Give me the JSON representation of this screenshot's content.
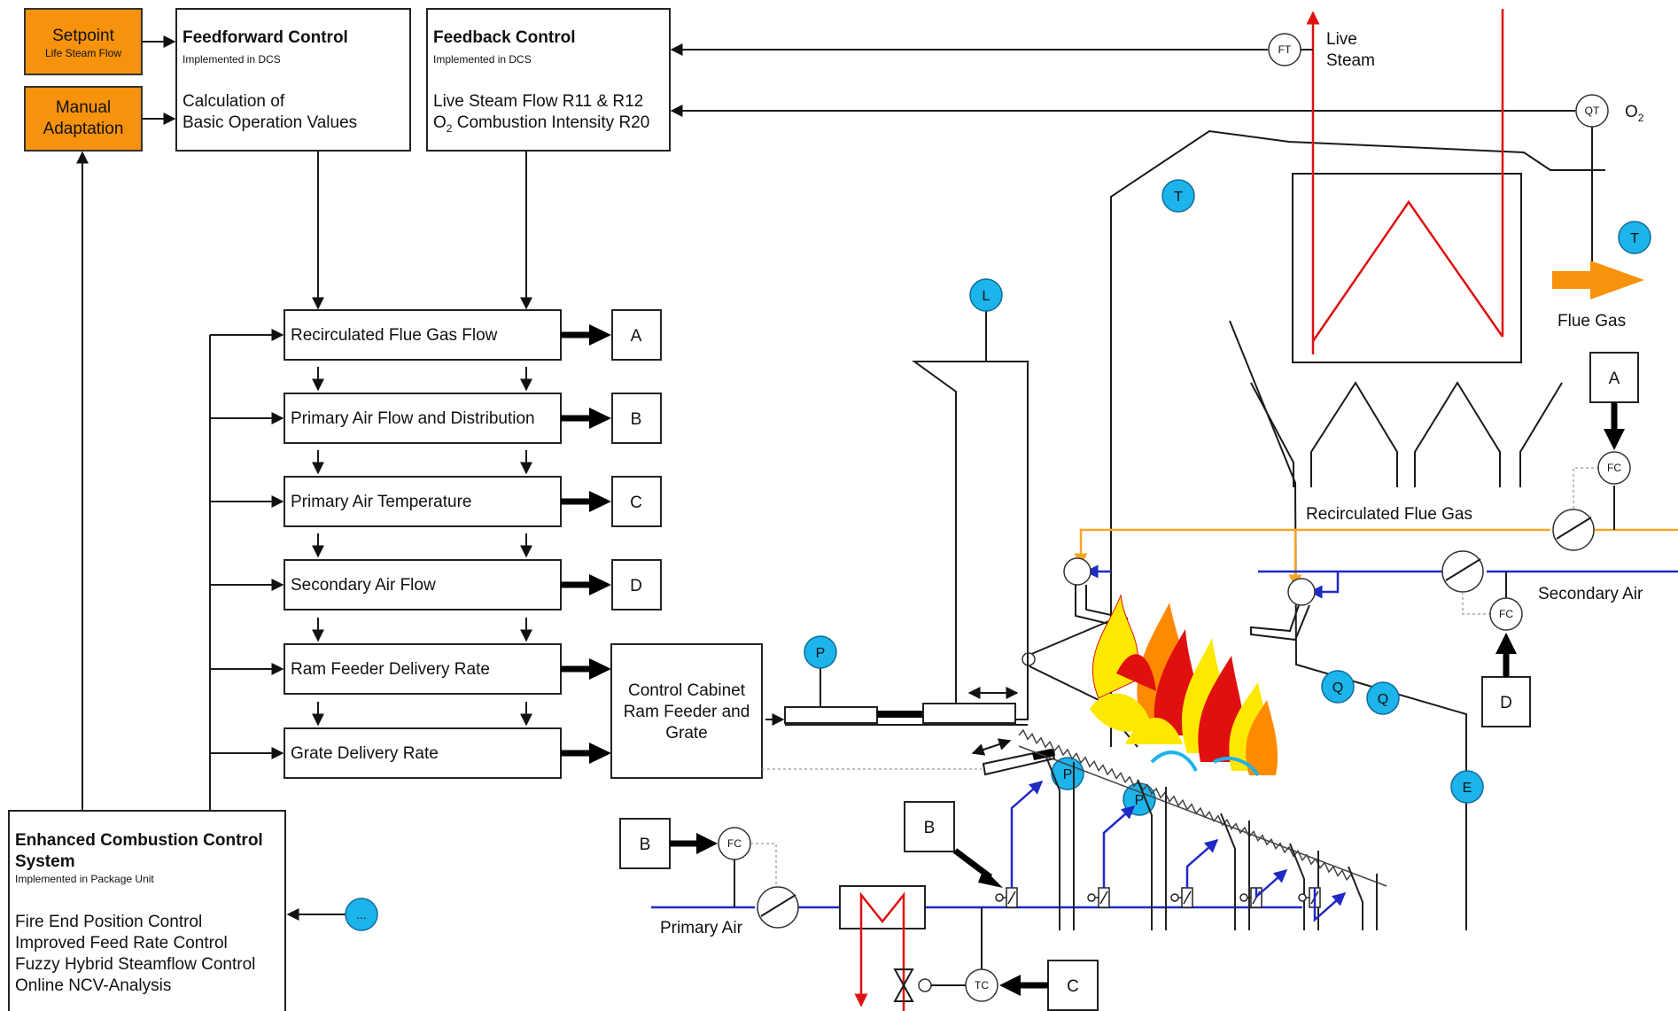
{
  "colors": {
    "orange": "#f7920d",
    "sensor": "#1cb4ea",
    "primary_air": "#1f29c4",
    "steam": "#e01010",
    "flue_gas": "#f5a623"
  },
  "orange_boxes": {
    "setpoint": {
      "title": "Setpoint",
      "sub": "Life Steam Flow"
    },
    "manual": {
      "line1": "Manual",
      "line2": "Adaptation"
    }
  },
  "feedforward": {
    "title": "Feedforward Control",
    "sub": "Implemented in DCS",
    "line1": "Calculation of",
    "line2": "Basic Operation Values"
  },
  "feedback": {
    "title": "Feedback Control",
    "sub": "Implemented in DCS",
    "line1": "Live Steam Flow R11 & R12",
    "line2_pre": "O",
    "line2_sub": "2",
    "line2_post": " Combustion Intensity R20"
  },
  "control_blocks": [
    {
      "label": "Recirculated Flue Gas Flow",
      "out": "A"
    },
    {
      "label": "Primary Air Flow and Distribution",
      "out": "B"
    },
    {
      "label": "Primary Air Temperature",
      "out": "C"
    },
    {
      "label": "Secondary Air Flow",
      "out": "D"
    },
    {
      "label": "Ram Feeder Delivery Rate",
      "out": ""
    },
    {
      "label": "Grate Delivery Rate",
      "out": ""
    }
  ],
  "cabinet": {
    "line1": "Control Cabinet",
    "line2": "Ram Feeder and",
    "line3": "Grate"
  },
  "enhanced": {
    "title1": "Enhanced Combustion Control",
    "title2": "System",
    "sub": "Implemented in Package Unit",
    "features": [
      "Fire End Position Control",
      "Improved Feed Rate Control",
      "Fuzzy Hybrid Steamflow Control",
      "Online NCV-Analysis"
    ]
  },
  "ellipsis": "...",
  "instruments": {
    "ft": "FT",
    "qt": "QT",
    "fc": "FC",
    "tc": "TC"
  },
  "sensors": {
    "t": "T",
    "l": "L",
    "p": "P",
    "q": "Q",
    "e": "E"
  },
  "process_labels": {
    "live_steam1": "Live",
    "live_steam2": "Steam",
    "o2_pre": "O",
    "o2_sub": "2",
    "flue_gas": "Flue Gas",
    "recirculated_flue_gas": "Recirculated Flue Gas",
    "secondary_air": "Secondary Air",
    "primary_air": "Primary Air"
  },
  "letters": {
    "a": "A",
    "b": "B",
    "c": "C",
    "d": "D"
  }
}
